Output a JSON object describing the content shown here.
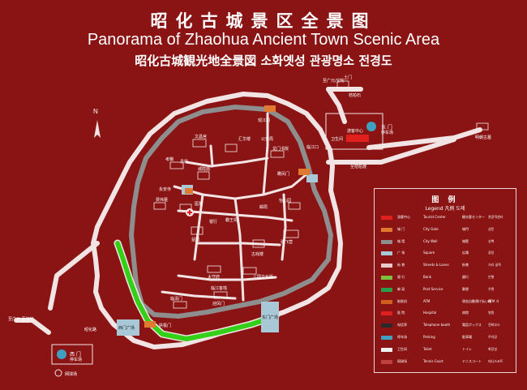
{
  "title": {
    "chinese": "昭化古城景区全景图",
    "english": "Panorama of Zhaohua Ancient Town Scenic Area",
    "japanese_korean": "昭化古城観光地全景図  소화옛성 관광명소 전경도"
  },
  "north_label": "N",
  "labels": {
    "east_gate_parking": "东 门",
    "east_gate_parking_sub": "停车场",
    "west_gate_parking": "西 门",
    "west_gate_parking_sub": "停车场",
    "tourist_center": "游客中心",
    "toilet_east": "卫生间",
    "ming_tomb": "明朝古墓",
    "linhekou": "临江口",
    "yingfeng_road": "至桔柏渡",
    "baoning_gate": "瞻凤门",
    "guanghua_north": "至广元/宝轮",
    "tuhuai": "土门",
    "huashi": "桔柏石",
    "tongjian_north": "至广元",
    "west_north_road": "至广元 至宝轮",
    "kaiyuan_tower": "观江阁",
    "gong_an": "公安局",
    "wenchang": "文昌宫",
    "longmen_academy": "龙门书院",
    "temple": "考棚",
    "yamen": "县衙",
    "xiangxing": "城隍庙",
    "hospital": "医院",
    "dongyuan": "费祎墓",
    "bank": "银行",
    "post": "邮局",
    "lianggang": "怡心园",
    "zhangfei": "张飞营",
    "yiyuan": "益园",
    "ancient_theatre": "古戏楼",
    "taishou": "太守府",
    "lindong": "临江客栈",
    "south_gate": "临清门",
    "east_gate_area": "迎凤门",
    "west_gate_area": "拱极门",
    "square_w": "西门广场",
    "square_e": "东门广场",
    "tennis": "网球场",
    "yongan": "永安寺",
    "sanguo": "三国文化街",
    "zhaohua_road": "昭化路",
    "bawang": "霸王祠",
    "huihua": "汇华楼"
  },
  "legend": {
    "title": "图 例",
    "subtitle": "Legend 凡例 도례",
    "items": [
      {
        "cn": "游客中心",
        "en": "Tourist Center",
        "jp": "観光客センター",
        "kr": "관광객센터",
        "color": "#e0201c"
      },
      {
        "cn": "城 门",
        "en": "City Gate",
        "jp": "城門",
        "kr": "성문",
        "color": "#e07a30"
      },
      {
        "cn": "城 墙",
        "en": "City Wall",
        "jp": "城壁",
        "kr": "성벽",
        "color": "#8e8e8e"
      },
      {
        "cn": "广 场",
        "en": "Square",
        "jp": "広場",
        "kr": "광장",
        "color": "#a8c8d8"
      },
      {
        "cn": "街 巷",
        "en": "Streets & Lanes",
        "jp": "街巷",
        "kr": "거리 골목",
        "color": "#e8c8c8"
      },
      {
        "cn": "银 行",
        "en": "Bank",
        "jp": "銀行",
        "kr": "은행",
        "color": "#7cc040"
      },
      {
        "cn": "邮 局",
        "en": "Post Service",
        "jp": "郵便",
        "kr": "우편",
        "color": "#2aa04a"
      },
      {
        "cn": "取款机",
        "en": "ATM",
        "jp": "現金自動預け払い機",
        "kr": "ATM 기",
        "color": "#d06020"
      },
      {
        "cn": "医 院",
        "en": "Hospital",
        "jp": "病院",
        "kr": "병원",
        "color": "#e02020"
      },
      {
        "cn": "电话亭",
        "en": "Telephone booth",
        "jp": "電話ボックス",
        "kr": "전화부스",
        "color": "#2a2a2a"
      },
      {
        "cn": "停车场",
        "en": "Parking",
        "jp": "駐車場",
        "kr": "주차장",
        "color": "#40a0c0"
      },
      {
        "cn": "卫生间",
        "en": "Toilet",
        "jp": "トイレ",
        "kr": "화장실",
        "color": "#f0f0f0"
      },
      {
        "cn": "网球场",
        "en": "Tennis Court",
        "jp": "テニスコート",
        "kr": "테니스코트",
        "color": "#c04040"
      }
    ]
  },
  "colors": {
    "background": "#8a1414",
    "road": "#f2e4e4",
    "wall": "#8e8e8e",
    "river": "#34d018",
    "gate": "#e07a30",
    "tourist_center": "#e0201c"
  }
}
